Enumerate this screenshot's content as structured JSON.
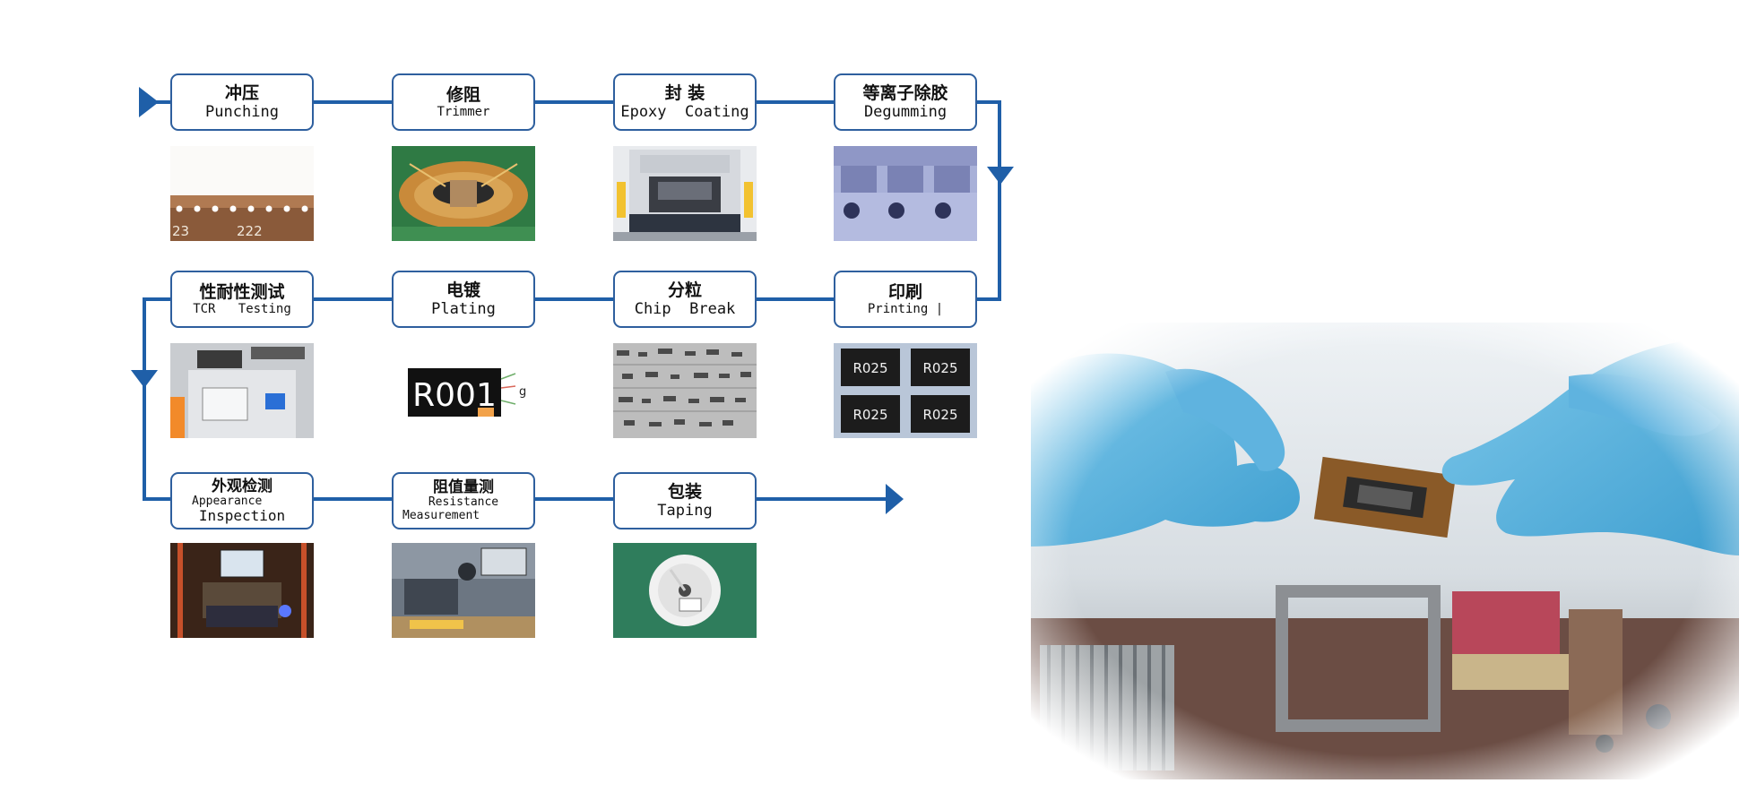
{
  "steps": [
    {
      "zh": "冲压",
      "en": "Punching"
    },
    {
      "zh": "修阻",
      "en": "Trimmer"
    },
    {
      "zh": "封 装",
      "en": "Epoxy  Coating"
    },
    {
      "zh": "等离子除胶",
      "en": "Degumming"
    },
    {
      "zh": "印刷",
      "en": "Printing |"
    },
    {
      "zh": "分粒",
      "en": "Chip  Break"
    },
    {
      "zh": "电镀",
      "en": "Plating"
    },
    {
      "zh": "性耐性测试",
      "en": "TCR   Testing"
    },
    {
      "zh": "外观检测",
      "en1": "Appearance",
      "en2": "Inspection"
    },
    {
      "zh": "阻值量测",
      "en1": "Resistance",
      "en2": "Measurement"
    },
    {
      "zh": "包装",
      "en": "Taping"
    }
  ],
  "thumbs": {
    "punching_numbers": [
      "23",
      "222"
    ],
    "printing_codes": [
      "R025",
      "R025",
      "R025",
      "R025"
    ],
    "plating_code": "R001",
    "plating_side": "g"
  },
  "colors": {
    "flow_line": "#1f5fa8",
    "box_border": "#2e5f9e"
  }
}
